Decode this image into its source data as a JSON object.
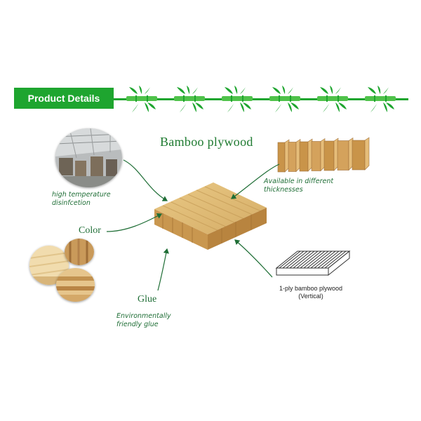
{
  "header": {
    "title": "Product Details",
    "accent_color": "#1ea52f",
    "bamboo_icon_count": 6
  },
  "main_title": "Bamboo plywood",
  "features": {
    "disinfection": {
      "line1": "high temperature",
      "line2": "disinfcetion",
      "icon": "factory-photo"
    },
    "color": {
      "label": "Color",
      "icon": "bamboo-samples-photo"
    },
    "glue": {
      "label": "Glue",
      "line1": "Environmentally",
      "line2": "friendly glue"
    },
    "thickness": {
      "line1": "Available in different",
      "line2": "thicknesses",
      "icon": "plywood-boards-photo"
    },
    "ply": {
      "line1": "1-ply bamboo plywood",
      "line2": "(Vertical)",
      "icon": "ply-diagram"
    }
  },
  "center_image": {
    "icon": "bamboo-block-photo"
  }
}
